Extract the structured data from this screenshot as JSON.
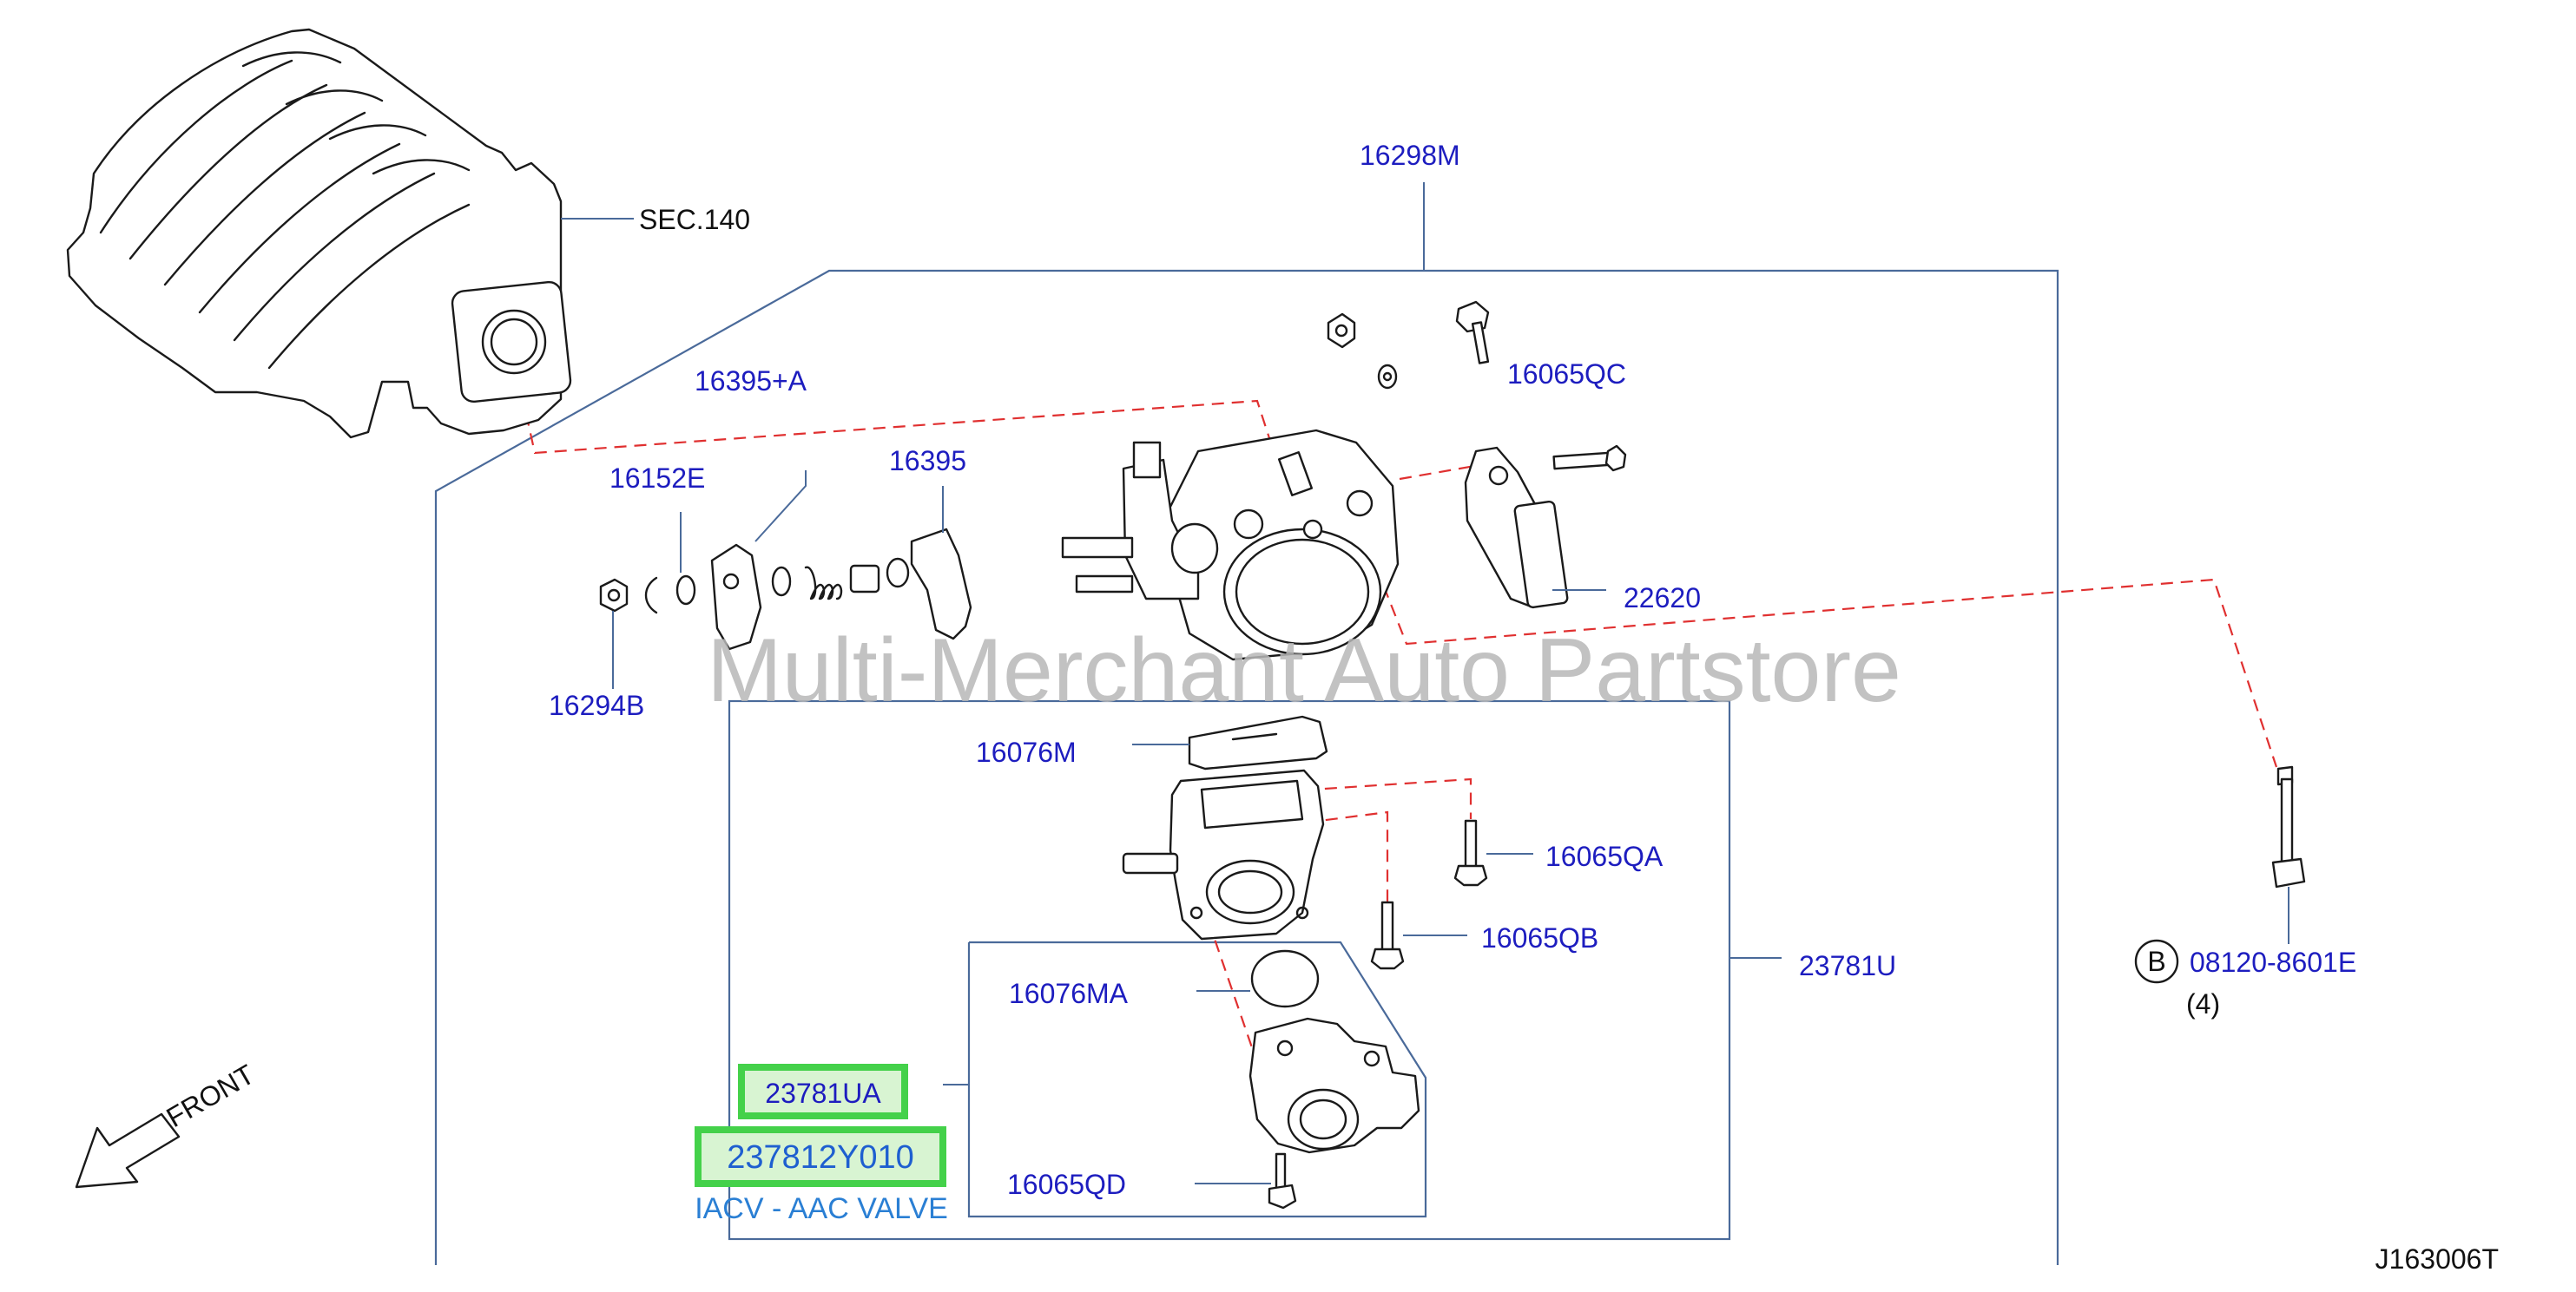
{
  "watermark": "Multi-Merchant Auto Partstore",
  "diagram_code": "J163006T",
  "direction_label": "FRONT",
  "section_ref": "SEC.140",
  "parts": {
    "p16298M": "16298M",
    "p16065QC": "16065QC",
    "p16395A": "16395+A",
    "p16395": "16395",
    "p16152E": "16152E",
    "p22620": "22620",
    "p16294B": "16294B",
    "p16076M": "16076M",
    "p16065QA": "16065QA",
    "p16065QB": "16065QB",
    "p23781U": "23781U",
    "p16076MA": "16076MA",
    "p16065QD": "16065QD",
    "p23781UA": "23781UA",
    "p237812Y010": "237812Y010",
    "p08120": "08120-8601E"
  },
  "callout_letter": "B",
  "quantity": "(4)",
  "highlight_caption": "IACV - AAC VALVE",
  "colors": {
    "part_number": "#1d1dbf",
    "highlight_border": "#44d14a",
    "highlight_fill": "#d8f4d2",
    "highlight_caption": "#2a7fd4",
    "dashed_reference": "#e03030",
    "watermark": "#b8b8b8"
  }
}
